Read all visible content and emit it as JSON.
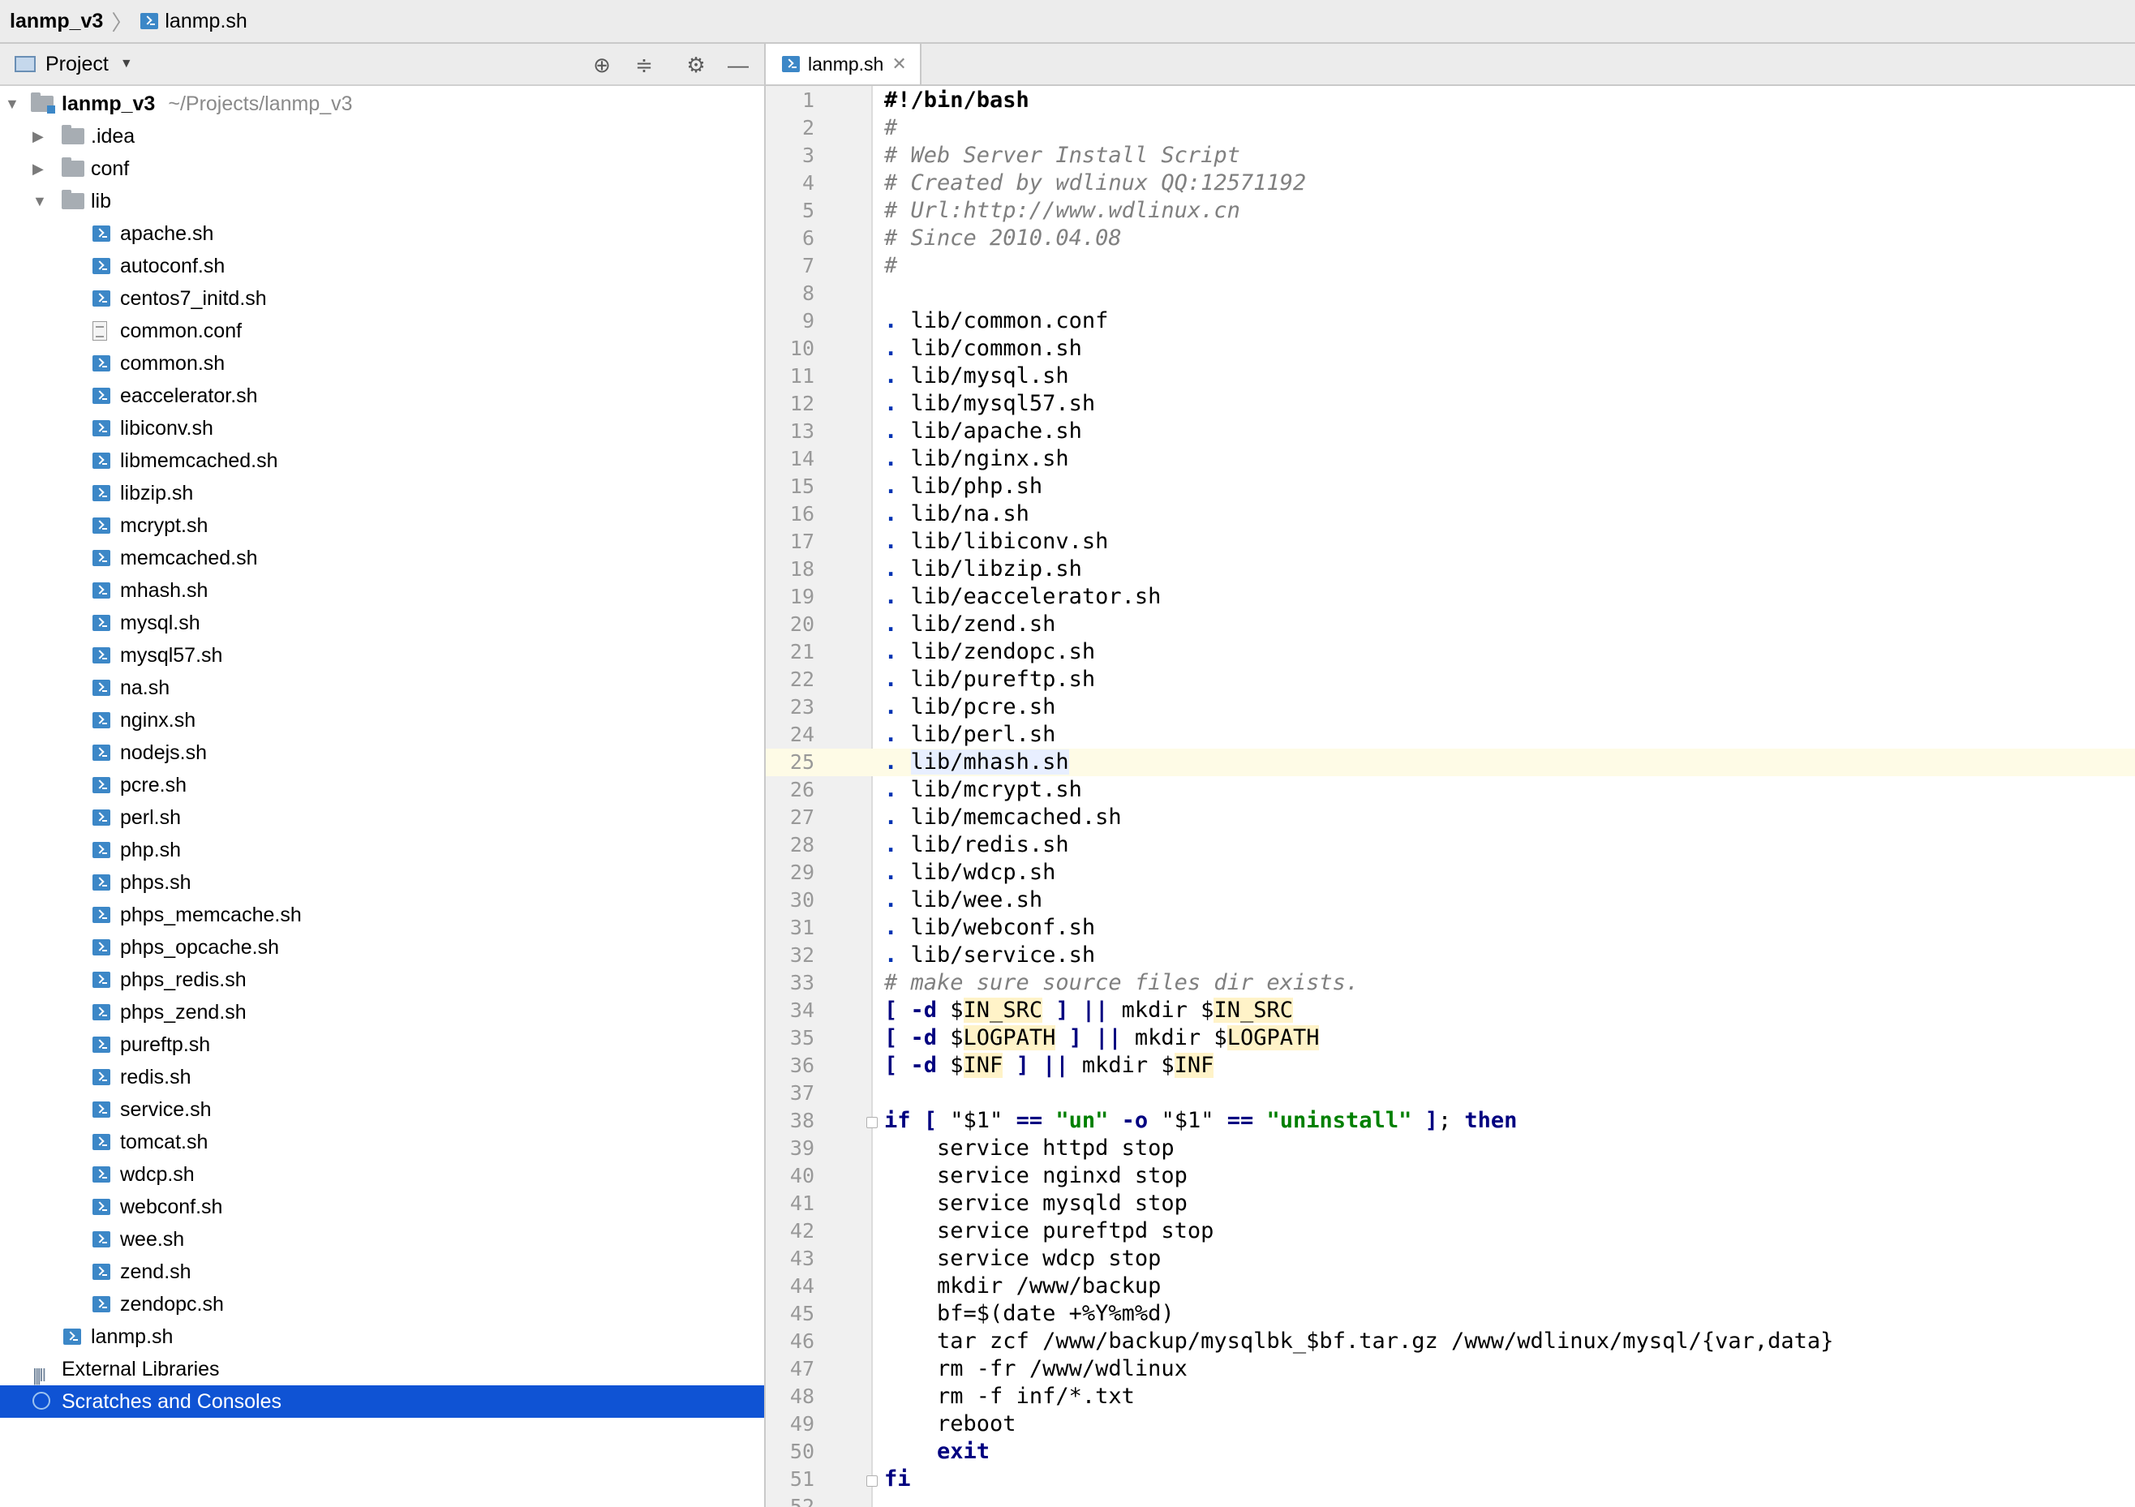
{
  "breadcrumb": {
    "root": "lanmp_v3",
    "file": "lanmp.sh"
  },
  "project_panel": {
    "title": "Project",
    "root_name": "lanmp_v3",
    "root_path": "~/Projects/lanmp_v3",
    "folders": {
      "idea": ".idea",
      "conf": "conf",
      "lib": "lib"
    },
    "lib_files": [
      "apache.sh",
      "autoconf.sh",
      "centos7_initd.sh",
      "common.conf",
      "common.sh",
      "eaccelerator.sh",
      "libiconv.sh",
      "libmemcached.sh",
      "libzip.sh",
      "mcrypt.sh",
      "memcached.sh",
      "mhash.sh",
      "mysql.sh",
      "mysql57.sh",
      "na.sh",
      "nginx.sh",
      "nodejs.sh",
      "pcre.sh",
      "perl.sh",
      "php.sh",
      "phps.sh",
      "phps_memcache.sh",
      "phps_opcache.sh",
      "phps_redis.sh",
      "phps_zend.sh",
      "pureftp.sh",
      "redis.sh",
      "service.sh",
      "tomcat.sh",
      "wdcp.sh",
      "webconf.sh",
      "wee.sh",
      "zend.sh",
      "zendopc.sh"
    ],
    "root_file": "lanmp.sh",
    "external_libraries": "External Libraries",
    "scratches": "Scratches and Consoles"
  },
  "editor": {
    "tab_label": "lanmp.sh",
    "current_line": 25,
    "line_count_visible": 52,
    "source": {
      "l1": "#!/bin/bash",
      "l2": "#",
      "l3": "# Web Server Install Script",
      "l4": "# Created by wdlinux QQ:12571192",
      "l5": "# Url:http://www.wdlinux.cn",
      "l6": "# Since 2010.04.08",
      "l7": "#",
      "includes": [
        "lib/common.conf",
        "lib/common.sh",
        "lib/mysql.sh",
        "lib/mysql57.sh",
        "lib/apache.sh",
        "lib/nginx.sh",
        "lib/php.sh",
        "lib/na.sh",
        "lib/libiconv.sh",
        "lib/libzip.sh",
        "lib/eaccelerator.sh",
        "lib/zend.sh",
        "lib/zendopc.sh",
        "lib/pureftp.sh",
        "lib/pcre.sh",
        "lib/perl.sh",
        "lib/mhash.sh",
        "lib/mcrypt.sh",
        "lib/memcached.sh",
        "lib/redis.sh",
        "lib/wdcp.sh",
        "lib/wee.sh",
        "lib/webconf.sh",
        "lib/service.sh"
      ],
      "l33": "# make sure source files dir exists.",
      "checks": [
        {
          "var": "IN_SRC"
        },
        {
          "var": "LOGPATH"
        },
        {
          "var": "INF"
        }
      ],
      "if_line": {
        "arg": "\"$1\"",
        "eq": "==",
        "un": "\"un\"",
        "or": "-o",
        "uninstall": "\"uninstall\""
      },
      "body": [
        "service httpd stop",
        "service nginxd stop",
        "service mysqld stop",
        "service pureftpd stop",
        "service wdcp stop",
        "mkdir /www/backup",
        "bf=$(date +%Y%m%d)",
        "tar zcf /www/backup/mysqlbk_$bf.tar.gz /www/wdlinux/mysql/{var,data}",
        "rm -fr /www/wdlinux",
        "rm -f inf/*.txt",
        "reboot",
        "exit"
      ],
      "fi": "fi"
    }
  }
}
